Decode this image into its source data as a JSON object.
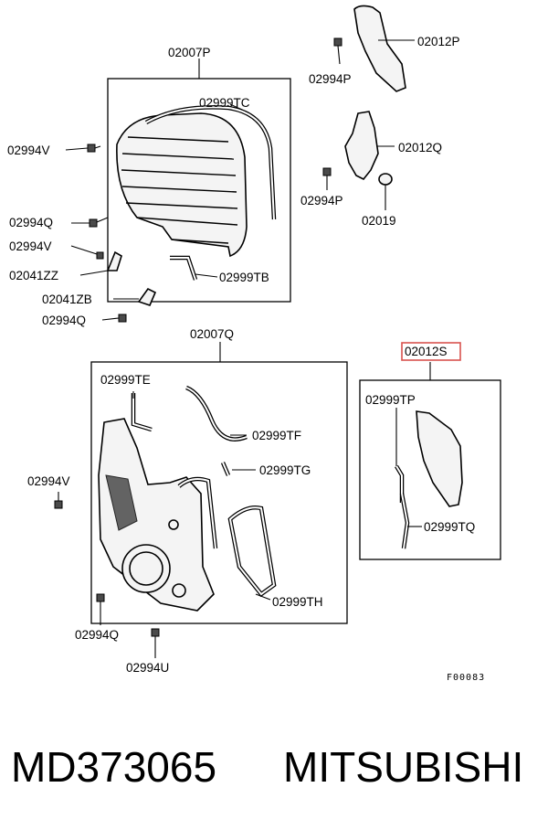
{
  "labels": {
    "p02007P": "02007P",
    "p02012P": "02012P",
    "p02994P_top": "02994P",
    "p02999TC": "02999TC",
    "p02994V_top": "02994V",
    "p02012Q": "02012Q",
    "p02994P_mid": "02994P",
    "p02019": "02019",
    "p02994Q_a": "02994Q",
    "p02994V_b": "02994V",
    "p02041ZZ": "02041ZZ",
    "p02999TB": "02999TB",
    "p02041ZB": "02041ZB",
    "p02994Q_b": "02994Q",
    "p02007Q": "02007Q",
    "p02012S": "02012S",
    "p02999TE": "02999TE",
    "p02999TP": "02999TP",
    "p02999TF": "02999TF",
    "p02994V_c": "02994V",
    "p02999TG": "02999TG",
    "p02999TQ": "02999TQ",
    "p02999TH": "02999TH",
    "p02994Q_c": "02994Q",
    "p02994U": "02994U"
  },
  "figure_code": "F00083",
  "footer": {
    "part_number": "MD373065",
    "brand": "MITSUBISHI"
  },
  "colors": {
    "highlight_box": "#d9534f"
  }
}
